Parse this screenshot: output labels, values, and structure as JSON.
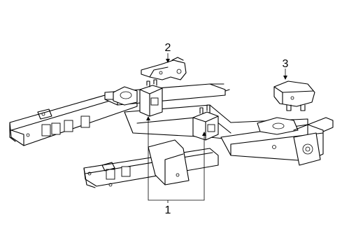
{
  "callouts": {
    "one": "1",
    "two": "2",
    "three": "3"
  },
  "parts": [
    {
      "ref": "1",
      "icon": "engine-mount-icon"
    },
    {
      "ref": "2",
      "icon": "mount-bracket-icon"
    },
    {
      "ref": "3",
      "icon": "transmission-mount-icon"
    }
  ]
}
